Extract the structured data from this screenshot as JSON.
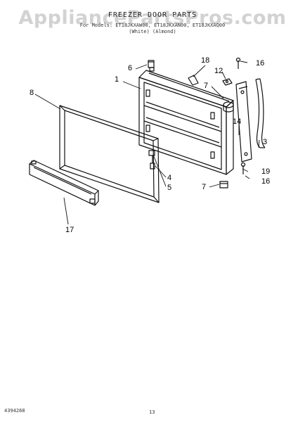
{
  "header": {
    "watermark": "AppliancePartsPros.com",
    "title": "FREEZER DOOR PARTS",
    "subtitle_line1": "For Models: ET18JKXAW00, ET18JKXAN00, ET18JKXAQ00",
    "subtitle_line2": "(White)          (Almond)"
  },
  "callouts": {
    "c1": "1",
    "c3": "3",
    "c4": "4",
    "c5": "5",
    "c6": "6",
    "c7a": "7",
    "c7b": "7",
    "c8": "8",
    "c12": "12",
    "c14": "14",
    "c16a": "16",
    "c16b": "16",
    "c17": "17",
    "c18": "18",
    "c19": "19"
  },
  "footer": {
    "doc_number": "4394268",
    "page_number": "13"
  }
}
